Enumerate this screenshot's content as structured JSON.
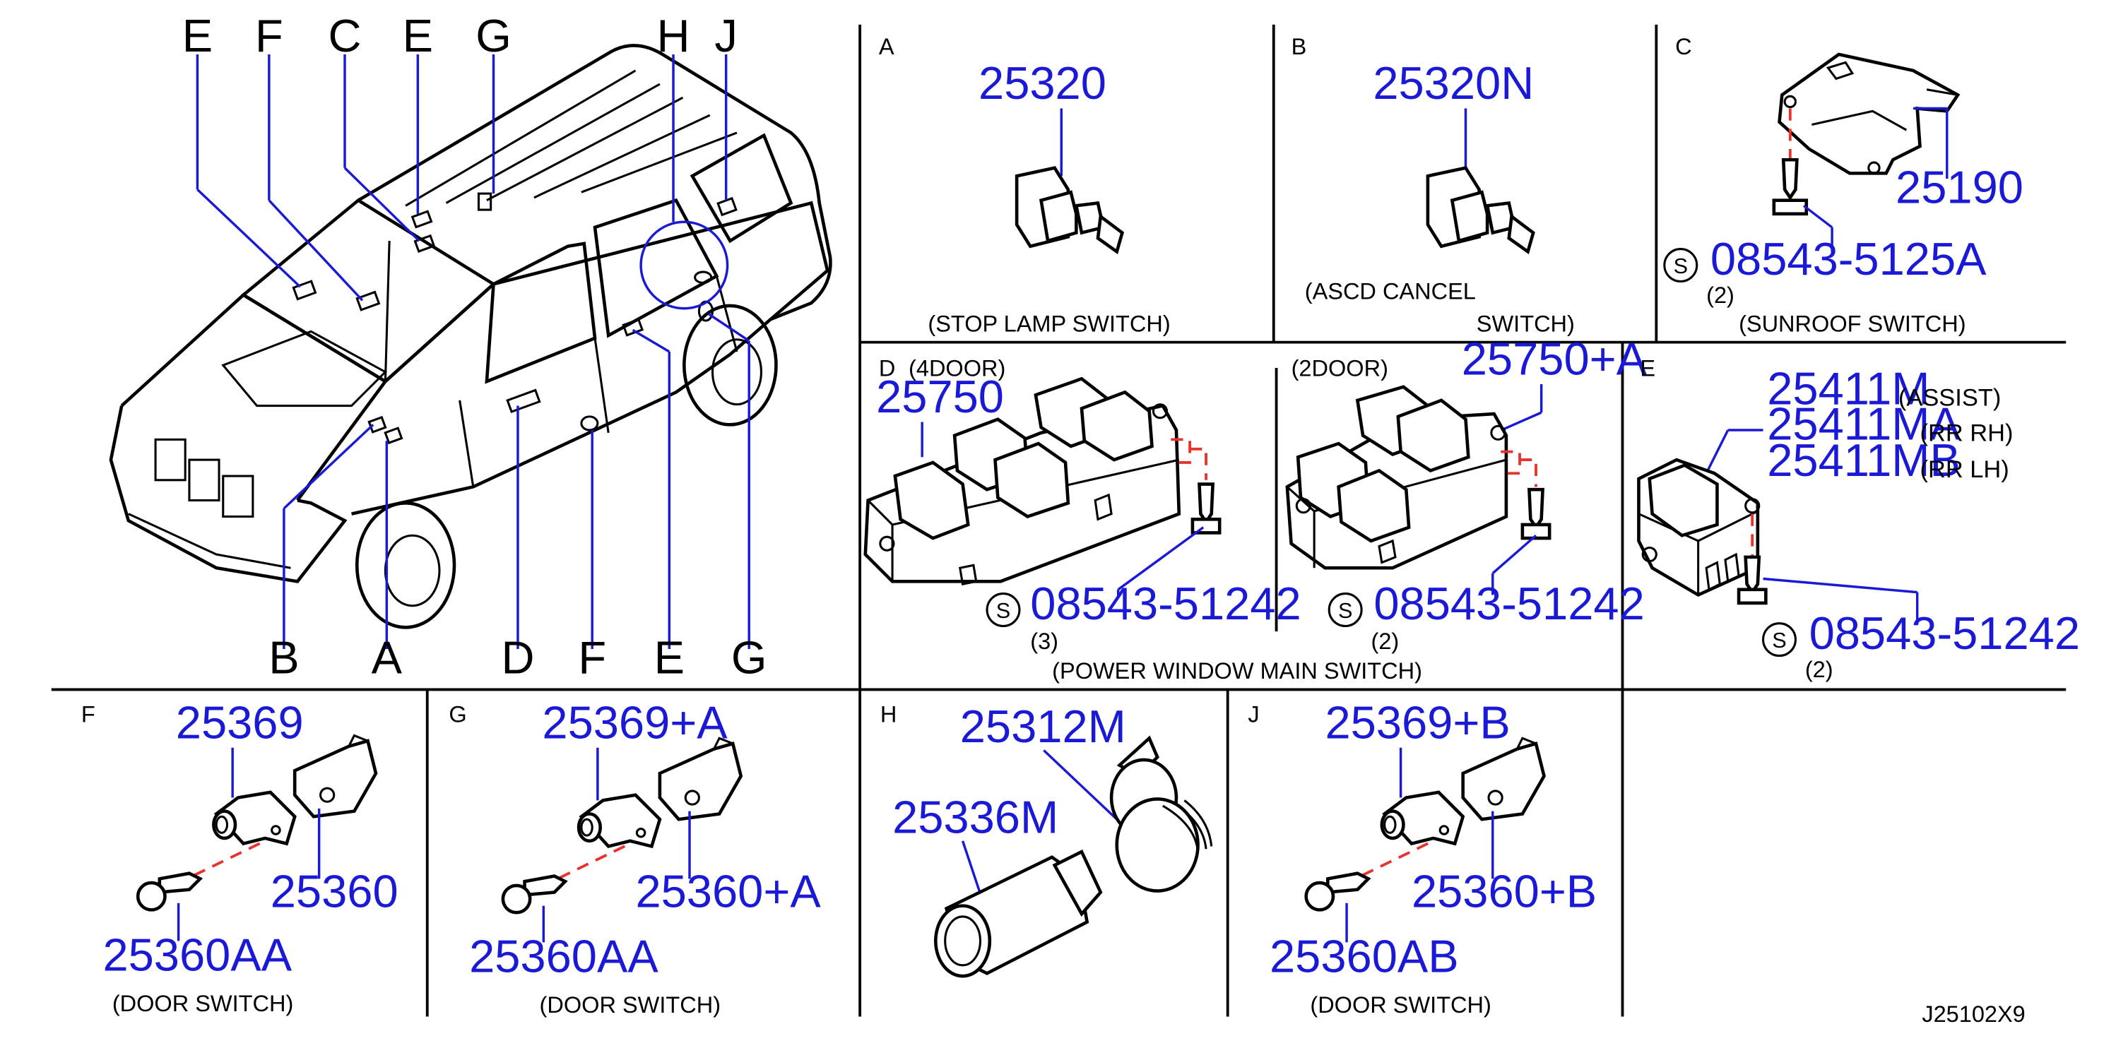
{
  "vehicle_callouts": {
    "top": [
      "E",
      "F",
      "C",
      "E",
      "G",
      "H",
      "J"
    ],
    "bottom": [
      "B",
      "A",
      "D",
      "F",
      "E",
      "G"
    ]
  },
  "panels": {
    "A": {
      "letter": "A",
      "part": "25320",
      "caption": "(STOP   LAMP   SWITCH)"
    },
    "B": {
      "letter": "B",
      "part": "25320N",
      "caption_line1": "(ASCD   CANCEL",
      "caption_line2": "SWITCH)"
    },
    "C": {
      "letter": "C",
      "part": "25190",
      "screw_mark": "S",
      "screw": "08543-5125A",
      "qty": "(2)",
      "caption": "(SUNROOF   SWITCH)"
    },
    "D": {
      "letter": "D",
      "variant_4door": "(4DOOR)",
      "part_4door": "25750",
      "screw_mark_4door": "S",
      "screw_4door": "08543-51242",
      "qty_4door": "(3)",
      "variant_2door": "(2DOOR)",
      "part_2door": "25750+A",
      "screw_mark_2door": "S",
      "screw_2door": "08543-51242",
      "qty_2door": "(2)",
      "caption": "(POWER   WINDOW   MAIN   SWITCH)"
    },
    "E": {
      "letter": "E",
      "parts": [
        {
          "part": "25411M",
          "desc": "(ASSIST)"
        },
        {
          "part": "25411MA",
          "desc": "(RR   RH)"
        },
        {
          "part": "25411MB",
          "desc": "(RR   LH)"
        }
      ],
      "screw_mark": "S",
      "screw": "08543-51242",
      "qty": "(2)"
    },
    "F": {
      "letter": "F",
      "part_a": "25369",
      "part_b": "25360",
      "part_c": "25360AA",
      "caption": "(DOOR   SWITCH)"
    },
    "G": {
      "letter": "G",
      "part_a": "25369+A",
      "part_b": "25360+A",
      "part_c": "25360AA",
      "caption": "(DOOR   SWITCH)"
    },
    "H": {
      "letter": "H",
      "part_a": "25312M",
      "part_b": "25336M"
    },
    "J": {
      "letter": "J",
      "part_a": "25369+B",
      "part_b": "25360+B",
      "part_c": "25360AB",
      "caption": "(DOOR   SWITCH)"
    }
  },
  "diagram_code": "J25102X9",
  "colors": {
    "part_number": "#1a1ad6",
    "lines": "#000000",
    "dashed": "#e8322c",
    "background": "#ffffff"
  }
}
